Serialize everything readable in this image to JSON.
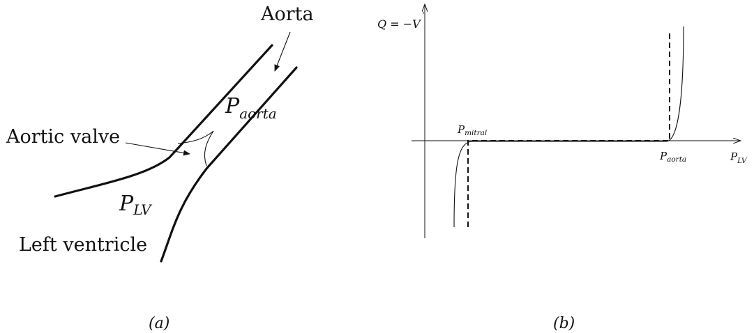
{
  "panel_a": {
    "caption": "(a)",
    "labels": {
      "aorta": "Aorta",
      "aortic_valve": "Aortic valve",
      "left_ventricle": "Left ventricle",
      "p_aorta_main": "P",
      "p_aorta_sub": "aorta",
      "p_lv_main": "P",
      "p_lv_sub": "LV"
    }
  },
  "panel_b": {
    "caption": "(b)",
    "labels": {
      "y_axis": "Q = −V",
      "y_axis_dot": "˙",
      "x_axis_main": "P",
      "x_axis_sub": "LV",
      "p_mitral_main": "P",
      "p_mitral_sub": "mitral",
      "p_aorta_main": "P",
      "p_aorta_sub": "aorta"
    }
  }
}
